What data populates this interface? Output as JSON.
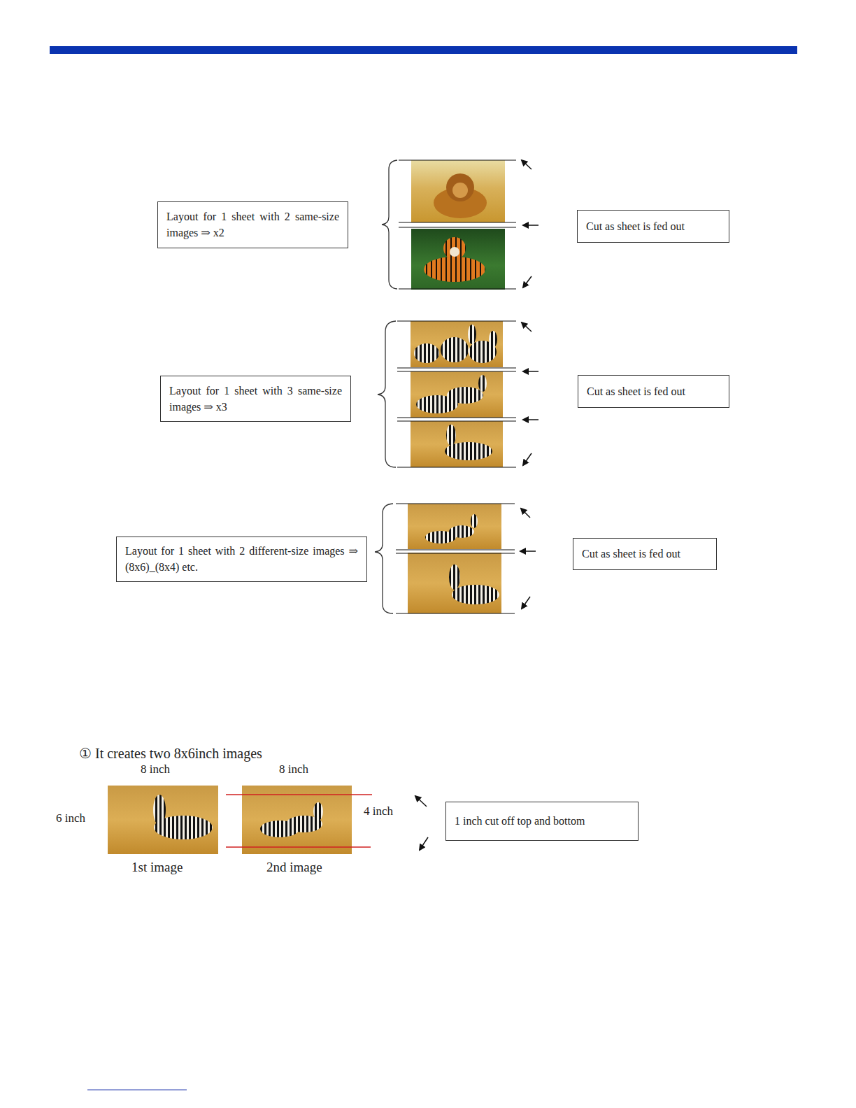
{
  "diagram": {
    "nodes": [
      {
        "text": [
          "Layout for 1 sheet with 2 same-size images ⇒ x2"
        ]
      },
      {
        "text": [
          "Cut as sheet is fed out"
        ]
      },
      {
        "text": [
          "Layout for 1 sheet with 3 same-size images ⇒ x3"
        ]
      },
      {
        "text": [
          "Cut as sheet is fed out"
        ]
      },
      {
        "text": [
          "Layout for 1 sheet with 2 different-size images ⇒ (8x6)_(8x4) etc."
        ]
      },
      {
        "text": [
          "Cut as sheet is fed out"
        ]
      },
      {
        "text": [
          "1 inch cut off top and bottom"
        ]
      }
    ],
    "labels": [
      "① It creates two 8x6inch images",
      "8 inch",
      "8 inch",
      "6 inch",
      "4 inch",
      "1st image",
      "2nd image"
    ]
  }
}
